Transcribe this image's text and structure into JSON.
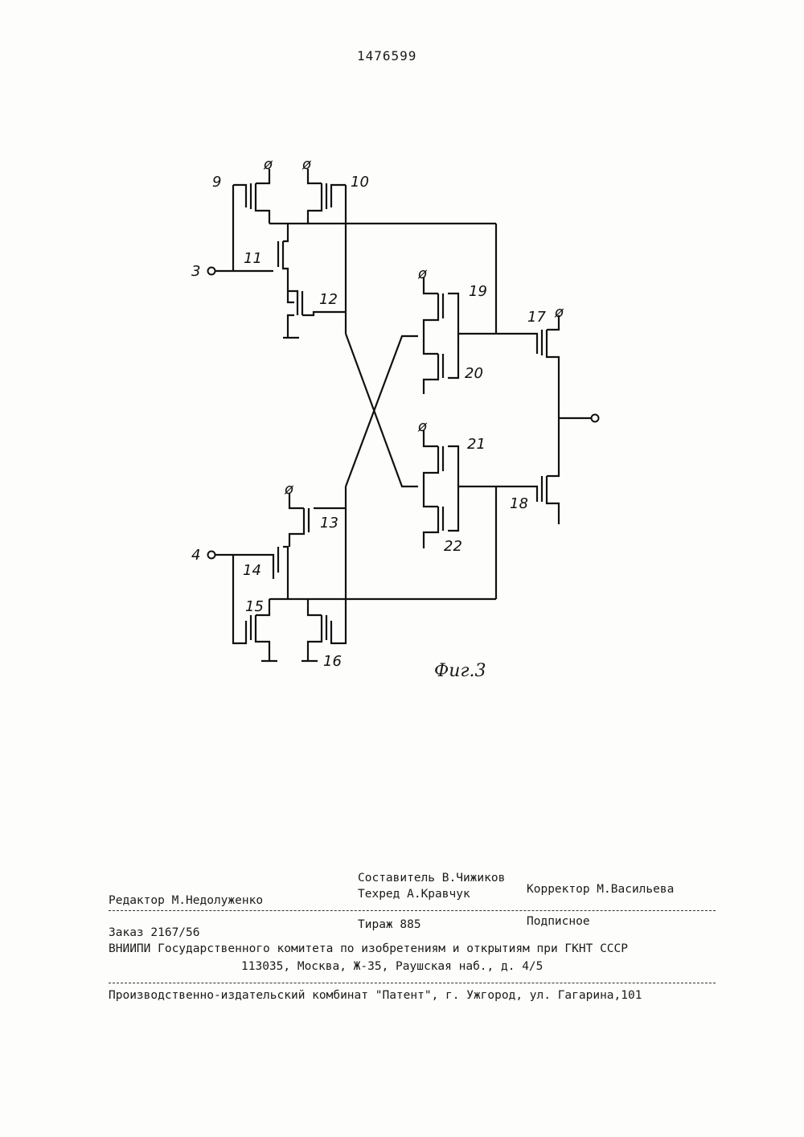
{
  "header": {
    "patent_number": "1476599"
  },
  "figure": {
    "caption": "Фиг.3",
    "transistor_labels": [
      "9",
      "10",
      "11",
      "12",
      "13",
      "14",
      "15",
      "16",
      "17",
      "18",
      "19",
      "20",
      "21",
      "22"
    ],
    "terminal_labels": [
      "3",
      "4"
    ],
    "supply_symbol": "ø"
  },
  "imprint": {
    "compiler": "Составитель В.Чижиков",
    "editor": "Редактор М.Недолуженко",
    "techred": "Техред А.Кравчук",
    "corrector": "Корректор М.Васильева",
    "order": "Заказ 2167/56",
    "circulation": "Тираж 885",
    "subscription": "Подписное",
    "org_line1": "ВНИИПИ Государственного комитета по изобретениям и открытиям при ГКНТ СССР",
    "org_line2": "113035, Москва, Ж-35, Раушская наб., д. 4/5",
    "printer": "Производственно-издательский комбинат \"Патент\", г. Ужгород, ул. Гагарина,101"
  }
}
